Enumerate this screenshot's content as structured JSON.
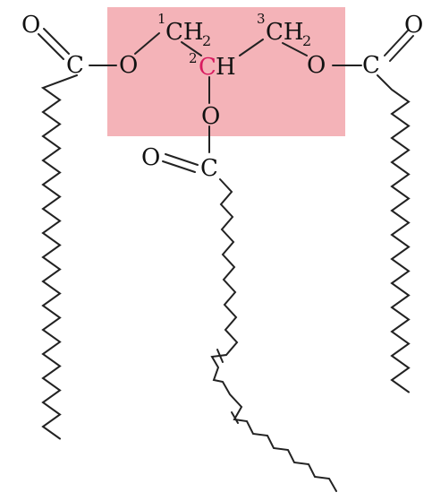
{
  "colors": {
    "highlight": "#f4b3b8",
    "stereo_carbon": "#d81b60",
    "bond": "#222222"
  },
  "glycerol": {
    "c1_locant": "1",
    "c2_locant": "2",
    "c3_locant": "3",
    "c1_group": "CH",
    "c3_group": "CH",
    "h_subscript": "2",
    "c2_carbon": "C",
    "c2_h": "H"
  },
  "ester_oxygens": {
    "left": "O",
    "middle": "O",
    "right": "O"
  },
  "acyl_groups": {
    "left_carbonyl_o": "O",
    "left_carbon": "C",
    "middle_carbonyl_o": "O",
    "middle_carbon": "C",
    "right_carbonyl_o": "O",
    "right_carbon": "C"
  }
}
